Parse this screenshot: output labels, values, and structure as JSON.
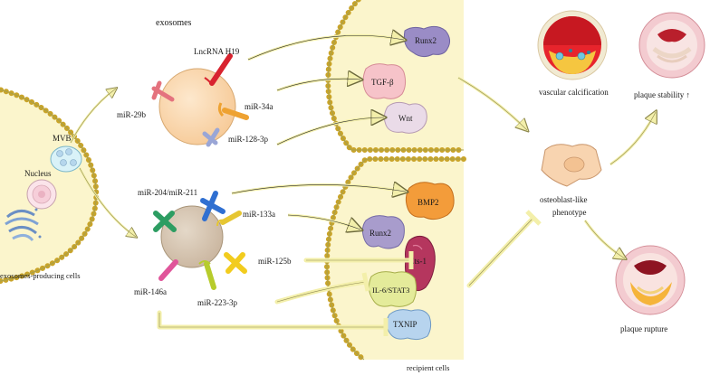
{
  "labels": {
    "exosomes": "exosomes",
    "mvb": "MVB",
    "nucleus": "Nucleus",
    "producing_cells": "exosomes-producing cells",
    "recipient_cells": "recipient cells",
    "lncrna_h19": "LncRNA H19",
    "mir_29b": "miR-29b",
    "mir_34a": "miR-34a",
    "mir_128_3p": "miR-128-3p",
    "mir_204_211": "miR-204/miR-211",
    "mir_133a": "miR-133a",
    "mir_125b": "miR-125b",
    "mir_146a": "miR-146a",
    "mir_223_3p": "miR-223-3p",
    "runx2_top": "Runx2",
    "tgf_beta": "TGF-β",
    "wnt": "Wnt",
    "bmp2": "BMP2",
    "runx2_bottom": "Runx2",
    "ets1": "Ets-1",
    "il6_stat3": "IL-6/STAT3",
    "txnip": "TXNIP",
    "vascular_calcification": "vascular calcification",
    "plaque_stability": "plaque stability ↑",
    "osteoblast_line1": "osteoblast-like",
    "osteoblast_line2": "phenotype",
    "plaque_rupture": "plaque rupture"
  }
}
